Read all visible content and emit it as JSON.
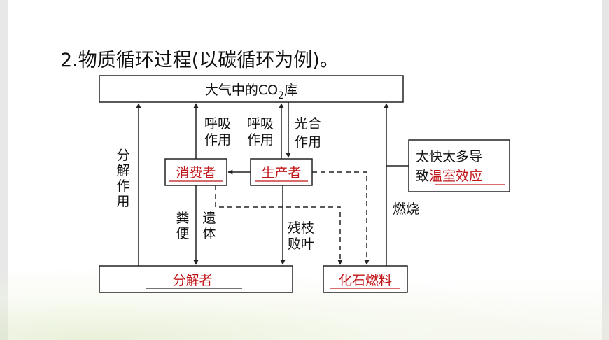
{
  "heading": "2.物质循环过程(以碳循环为例)。",
  "nodes": {
    "atmosphere_pre": "大气中的CO",
    "atmosphere_sub": "2",
    "atmosphere_post": "库",
    "consumer": "消费者",
    "producer": "生产者",
    "decomposer": "分解者",
    "fossil_fuel": "化石燃料",
    "note_line1": "太快太多导",
    "note_line2_pre": "致",
    "note_line2_red": "温室效应"
  },
  "labels": {
    "decompose": [
      "分",
      "解",
      "作",
      "用"
    ],
    "consumer_resp": [
      "呼吸",
      "作用"
    ],
    "producer_resp": [
      "呼吸",
      "作用"
    ],
    "photosynthesis": [
      "光合",
      "作用"
    ],
    "feces": [
      "粪",
      "便"
    ],
    "remains": [
      "遗",
      "体"
    ],
    "litter": [
      "残枝",
      "败叶"
    ],
    "combustion": "燃烧"
  },
  "colors": {
    "answer_red": "#c0161a",
    "line": "#222222"
  }
}
